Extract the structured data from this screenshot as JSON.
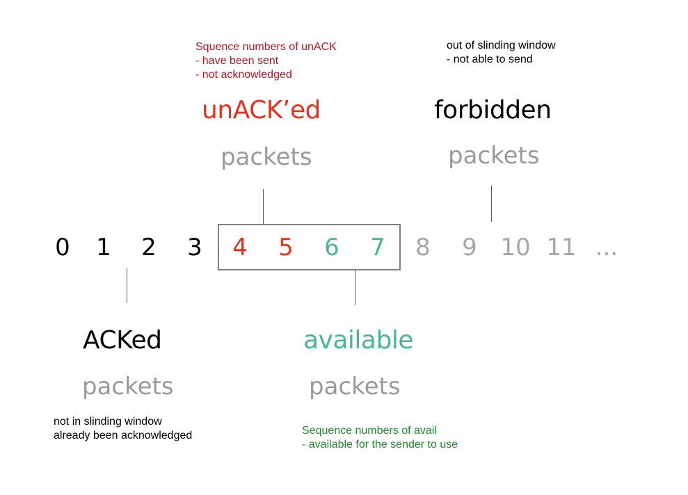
{
  "colors": {
    "unack": "#e8301c",
    "available": "#4bb58e",
    "forbidden_num": "#a6a6a6",
    "acked_num": "#000000",
    "note_red": "#c0141e",
    "note_green": "#1f8a2a",
    "packets_gray": "#9a9a9a"
  },
  "unacked": {
    "note_lines": [
      "Squence numbers of unACK",
      "- have been sent",
      "- not acknowledged"
    ],
    "title": "unACK’ed",
    "subtitle": "packets"
  },
  "forbidden": {
    "note_lines": [
      "out of slinding window",
      "- not able to send"
    ],
    "title": "forbidden",
    "subtitle": "packets"
  },
  "acked": {
    "title": "ACKed",
    "subtitle": "packets",
    "note_lines": [
      "not in slinding window",
      "already been acknowledged"
    ]
  },
  "available": {
    "title": "available",
    "subtitle": "packets",
    "note_lines": [
      "Sequence numbers of avail",
      "- available for the sender to use"
    ]
  },
  "sequence": {
    "numbers": [
      "0",
      "1",
      "2",
      "3",
      "4",
      "5",
      "6",
      "7",
      "8",
      "9",
      "10",
      "11",
      "..."
    ],
    "states": [
      "acked",
      "acked",
      "acked",
      "acked",
      "unack",
      "unack",
      "available",
      "available",
      "forbidden",
      "forbidden",
      "forbidden",
      "forbidden",
      "forbidden"
    ]
  }
}
